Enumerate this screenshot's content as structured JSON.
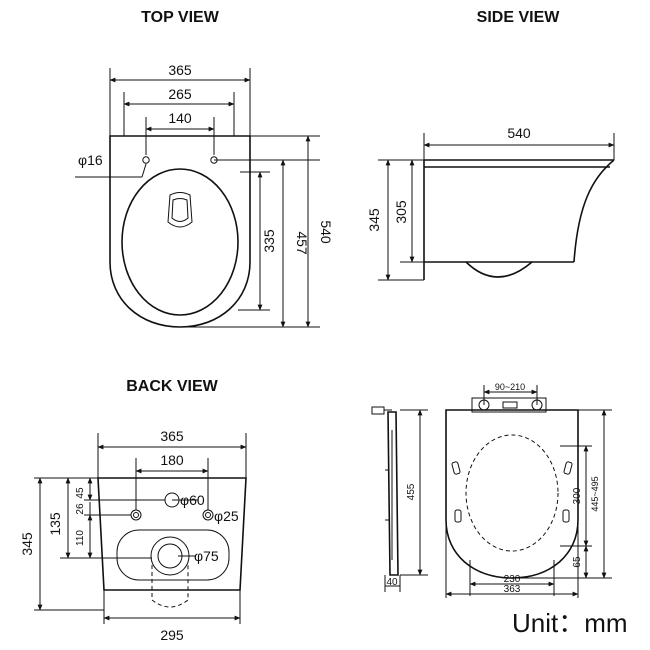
{
  "titles": {
    "top_view": "TOP VIEW",
    "side_view": "SIDE VIEW",
    "back_view": "BACK VIEW"
  },
  "top_view": {
    "width_365": "365",
    "width_265": "265",
    "hole_spacing_140": "140",
    "hole_diameter": "φ16",
    "depth_335": "335",
    "depth_457": "457",
    "depth_540": "540"
  },
  "side_view": {
    "length_540": "540",
    "height_345": "345",
    "height_305": "305"
  },
  "back_view": {
    "width_365": "365",
    "spacing_180": "180",
    "dim_45": "45",
    "dim_26": "26",
    "dim_110": "110",
    "dim_135": "135",
    "dim_345": "345",
    "pipe_60": "φ60",
    "pipe_25": "φ25",
    "outlet_75": "φ75",
    "base_295": "295"
  },
  "seat_view": {
    "hinge_range": "90~210",
    "height_455": "455",
    "dim_40": "40",
    "dim_300": "300",
    "range_445_495": "445~495",
    "dim_65": "65",
    "width_230": "230",
    "width_363": "363"
  },
  "unit_label": "Unit：mm"
}
